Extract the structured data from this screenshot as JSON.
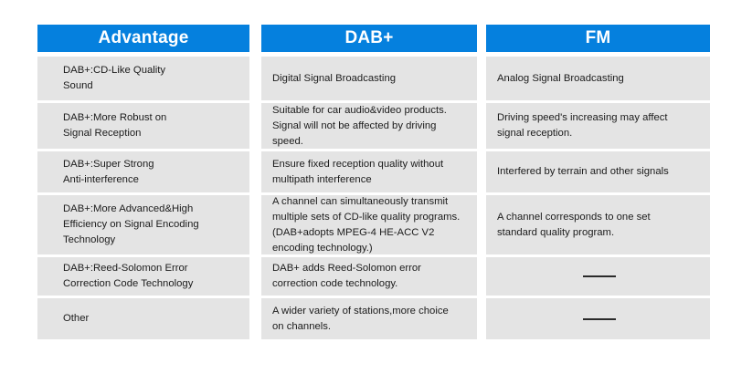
{
  "table": {
    "columns": [
      {
        "id": "advantage",
        "header": "Advantage",
        "cells": [
          "DAB+:CD-Like Quality\nSound",
          "DAB+:More Robust on\nSignal Reception",
          "DAB+:Super Strong\nAnti-interference",
          "DAB+:More Advanced&High\nEfficiency on Signal Encoding\nTechnology",
          "DAB+:Reed-Solomon Error\nCorrection Code Technology",
          "Other"
        ]
      },
      {
        "id": "dab-plus",
        "header": "DAB+",
        "cells": [
          "Digital Signal Broadcasting",
          "Suitable for car audio&video products.\nSignal will not be affected by driving\nspeed.",
          "Ensure fixed reception quality without\nmultipath interference",
          "A channel can simultaneously transmit\nmultiple sets of CD-like quality programs.\n(DAB+adopts MPEG-4 HE-ACC V2\nencoding technology.)",
          "DAB+ adds Reed-Solomon error\ncorrection code technology.",
          "A wider variety of stations,more choice\non channels."
        ]
      },
      {
        "id": "fm",
        "header": "FM",
        "cells": [
          "Analog Signal Broadcasting",
          "Driving speed's increasing may affect\nsignal reception.",
          "Interfered by terrain and other signals",
          "A channel corresponds to one set\nstandard quality program.",
          "",
          ""
        ],
        "dash_rows": [
          4,
          5
        ]
      }
    ]
  },
  "colors": {
    "header_background": "#0580de",
    "header_text": "#ffffff",
    "cell_background": "#e4e4e4",
    "cell_text": "#1b1b1b",
    "page_background": "#ffffff"
  }
}
